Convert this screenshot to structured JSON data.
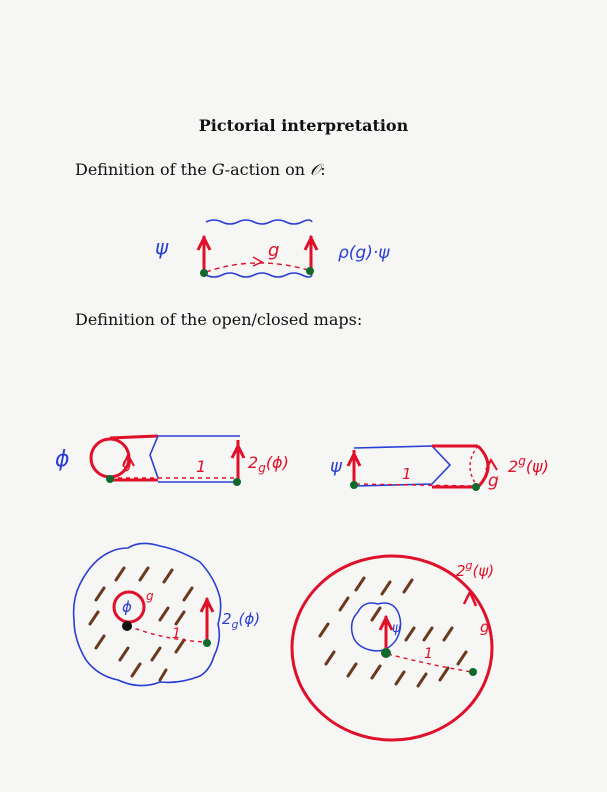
{
  "title": "Pictorial interpretation",
  "definition_g_action": {
    "prefix": "Definition of the ",
    "G": "G",
    "middle": "-action on ",
    "O": "𝒪",
    "suffix": ":"
  },
  "definition_maps": "Definition of the open/closed maps:",
  "labels": {
    "psi": "ψ",
    "phi": "ϕ",
    "g": "g",
    "one": "1",
    "rho_g_psi": "ρ(g)·ψ",
    "two_g": "2",
    "two_g_sub": "g",
    "phi_arg": "(ϕ)",
    "two_sup": "2",
    "two_sup_g": "g",
    "psi_arg": "(ψ)"
  },
  "colors": {
    "red": "#e0102a",
    "blue": "#2a3ed6",
    "green": "#0f6a2c",
    "brown": "#6b3a1e",
    "black": "#111111"
  }
}
